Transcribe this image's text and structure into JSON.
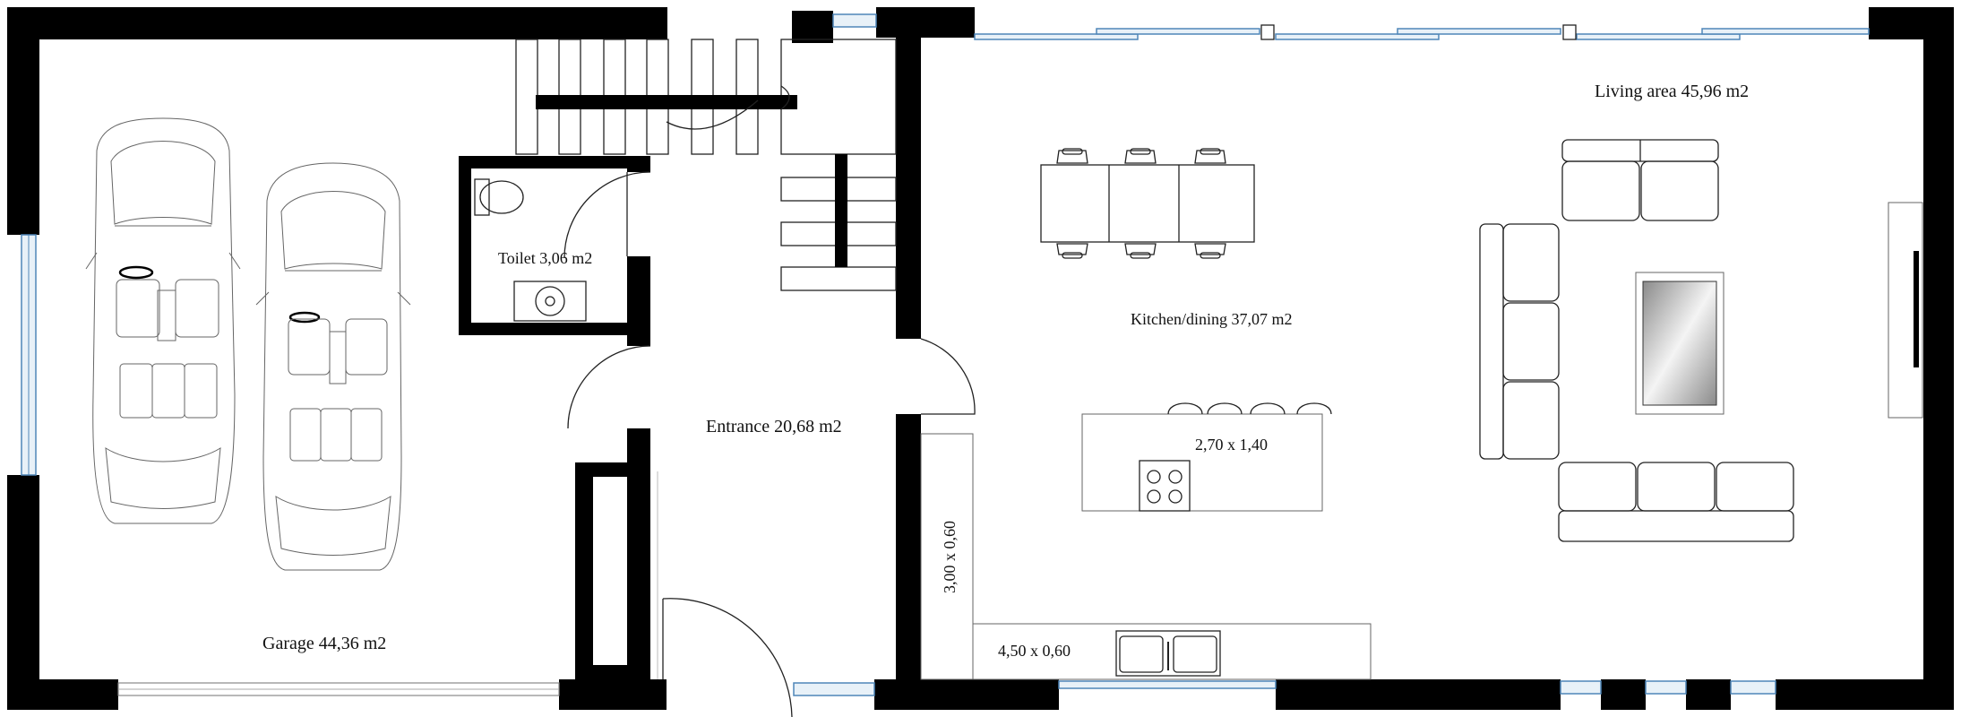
{
  "plan": {
    "rooms": {
      "garage": "Garage 44,36 m2",
      "toilet": "Toilet  3,06 m2",
      "entrance": "Entrance 20,68 m2",
      "kitchen": "Kitchen/dining  37,07 m2",
      "living": "Living area 45,96 m2"
    },
    "dimensions": {
      "island": "2,70 x 1,40",
      "counter_side": "3,00 x 0,60",
      "counter_bottom": "4,50 x 0,60"
    }
  }
}
